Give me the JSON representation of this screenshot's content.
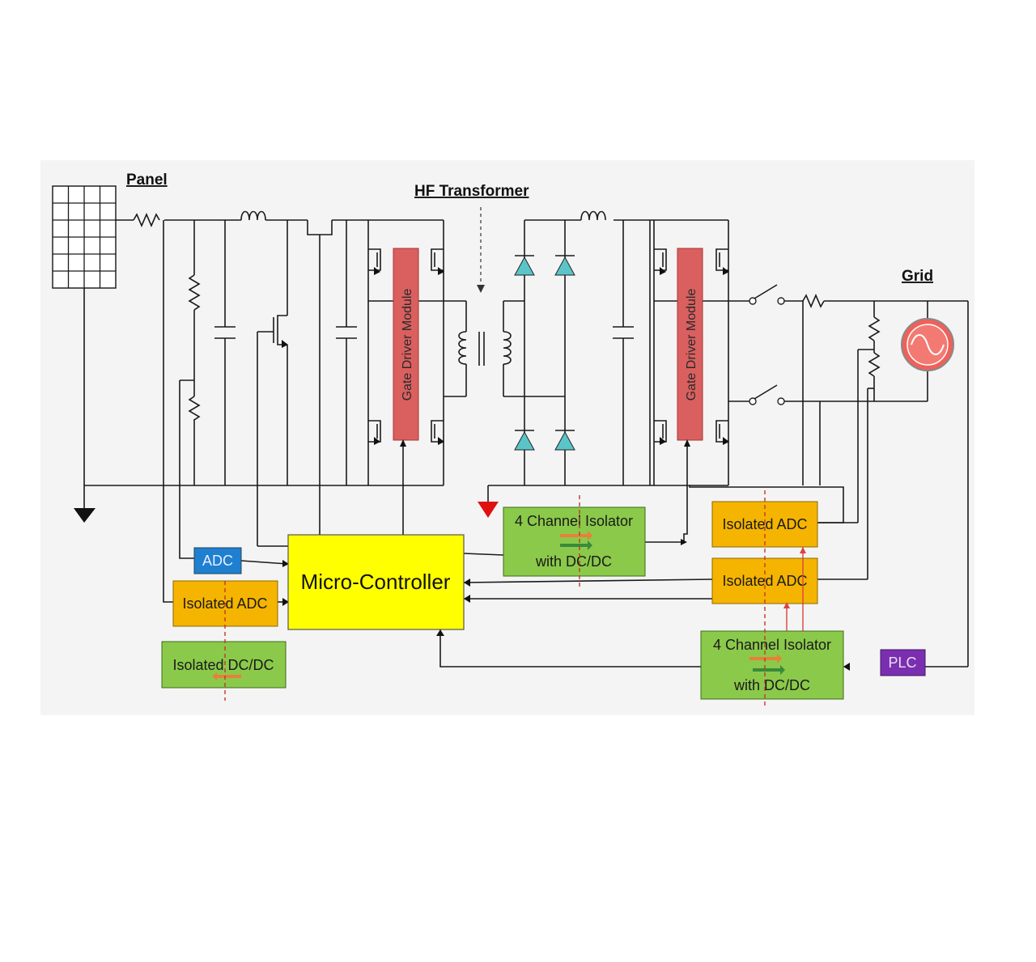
{
  "labels": {
    "panel": "Panel",
    "hf_transformer": "HF Transformer",
    "grid": "Grid",
    "gate_driver_left": "Gate Driver Module",
    "gate_driver_right": "Gate Driver Module",
    "micro_controller": "Micro-Controller",
    "adc": "ADC",
    "isolated_adc_left": "Isolated ADC",
    "isolated_dcdc": "Isolated DC/DC",
    "isolator_mid_line1": "4 Channel Isolator",
    "isolator_mid_line2": "with DC/DC",
    "isolated_adc_right_top": "Isolated ADC",
    "isolated_adc_right_bottom": "Isolated ADC",
    "isolator_right_line1": "4 Channel Isolator",
    "isolator_right_line2": "with DC/DC",
    "plc": "PLC"
  },
  "colors": {
    "background_panel": "#f4f4f4",
    "micro_controller": "#ffff00",
    "isolated_adc": "#f5b400",
    "isolator": "#8bc94a",
    "adc": "#1f7fd1",
    "plc": "#7b2fb0",
    "gate_driver": "#d9605f",
    "diode": "#5bc4c8",
    "ground_red": "#e01010",
    "ac_source": "#f0605a"
  }
}
